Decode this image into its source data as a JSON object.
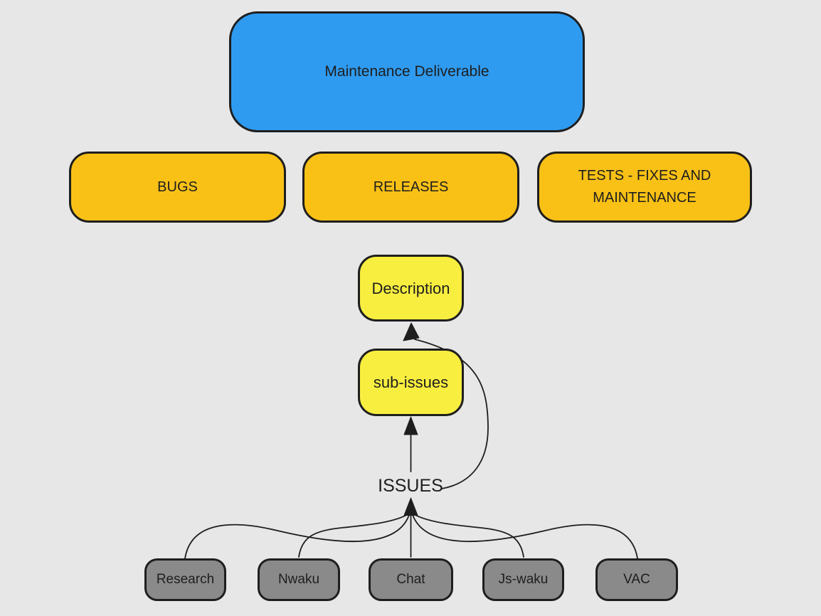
{
  "diagram": {
    "root_label": "Maintenance Deliverable",
    "categories": [
      {
        "label": "BUGS"
      },
      {
        "label": "RELEASES"
      },
      {
        "label": "TESTS - FIXES AND MAINTENANCE"
      }
    ],
    "description_label": "Description",
    "sub_issues_label": "sub-issues",
    "issues_label": "ISSUES",
    "sources": [
      {
        "label": "Research"
      },
      {
        "label": "Nwaku"
      },
      {
        "label": "Chat"
      },
      {
        "label": "Js-waku"
      },
      {
        "label": "VAC"
      }
    ],
    "colors": {
      "background": "#e7e7e7",
      "root_fill": "#2f9bf0",
      "category_fill": "#f9c116",
      "detail_fill": "#f8ee40",
      "source_fill": "#8a8a8a",
      "stroke": "#1e1e1e"
    }
  }
}
